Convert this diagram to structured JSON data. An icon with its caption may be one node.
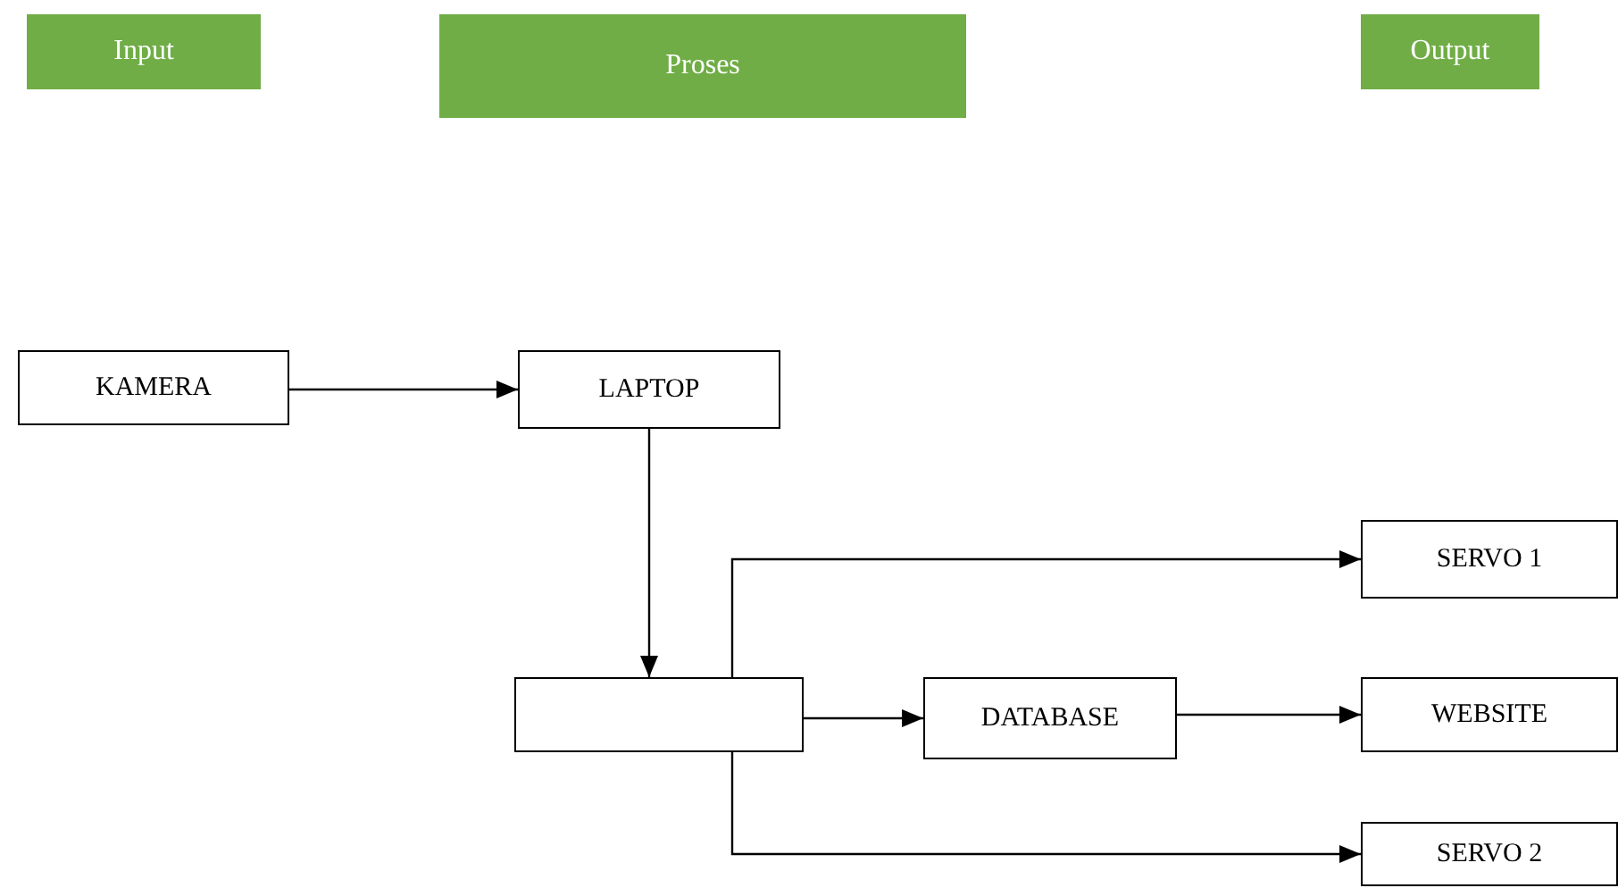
{
  "diagram": {
    "nodes": [
      {
        "text": [
          "Input"
        ]
      },
      {
        "text": [
          "Proses"
        ]
      },
      {
        "text": [
          "Output"
        ]
      },
      {
        "text": [
          "KAMERA"
        ]
      },
      {
        "text": [
          "LAPTOP"
        ]
      },
      {
        "text": [],
        "shape": "box"
      },
      {
        "text": [
          "SERVO 1"
        ]
      },
      {
        "text": [
          "DATABASE"
        ]
      },
      {
        "text": [
          "WEBSITE"
        ]
      },
      {
        "text": [
          "SERVO 2"
        ]
      }
    ],
    "edges": [
      {
        "from": 3,
        "to": 4,
        "arrow": "to"
      },
      {
        "from": 4,
        "to": 5,
        "arrow": "to"
      },
      {
        "from": 5,
        "to": 6,
        "arrow": "to"
      },
      {
        "from": 5,
        "to": 7,
        "arrow": "to"
      },
      {
        "from": 7,
        "to": 8,
        "arrow": "to"
      },
      {
        "from": 5,
        "to": 9,
        "arrow": "to"
      }
    ]
  }
}
